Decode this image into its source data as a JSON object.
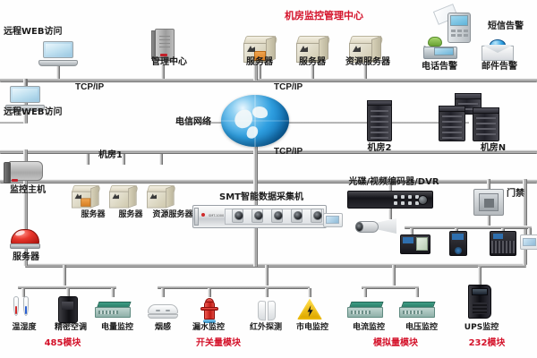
{
  "diagram": {
    "title_center": "机房监控管理中心",
    "protocol_label": "TCP/IP",
    "labels": {
      "remote_web_1": "远程WEB访问",
      "remote_web_2": "远程WEB访问",
      "mgmt_center": "管理中心",
      "server": "服务器",
      "resource_server": "资源服务器",
      "sms_alarm": "短信告警",
      "phone_alarm": "电话告警",
      "mail_alarm": "邮件告警",
      "telecom_network": "电信网络",
      "room2": "机房2",
      "roomN": "机房N",
      "room1": "机房1",
      "monitor_host": "监控主机",
      "collector": "SMT智能数据采集机",
      "dvr": "光碟/视频编码器/DVR",
      "access_control": "门禁",
      "beacon_server": "服务器"
    },
    "tcpip_segments": [
      {
        "id": "top-left-bus",
        "text": "TCP/IP"
      },
      {
        "id": "upper-bus",
        "text": "TCP/IP"
      },
      {
        "id": "globe-lower",
        "text": "TCP/IP"
      }
    ],
    "top_bus_nodes": [
      {
        "name": "远程WEB访问",
        "type": "laptop"
      },
      {
        "name": "管理中心",
        "type": "tower"
      },
      {
        "name": "服务器",
        "type": "server"
      },
      {
        "name": "服务器",
        "type": "server"
      },
      {
        "name": "资源服务器",
        "type": "resource-server"
      }
    ],
    "alarm_nodes": [
      {
        "name": "短信告警",
        "type": "pager"
      },
      {
        "name": "电话告警",
        "type": "phone"
      },
      {
        "name": "邮件告警",
        "type": "mail"
      }
    ],
    "room_nodes": [
      {
        "name": "机房2",
        "type": "rack"
      },
      {
        "name": "机房N",
        "type": "rack-cluster"
      }
    ],
    "room1_nodes": [
      {
        "name": "服务器",
        "type": "server"
      },
      {
        "name": "服务器",
        "type": "server"
      },
      {
        "name": "资源服务器",
        "type": "resource-server"
      }
    ],
    "sensors": [
      {
        "name": "温湿度",
        "group": "485模块",
        "type": "thermo-hygro"
      },
      {
        "name": "精密空调",
        "group": "485模块",
        "type": "precision-ac"
      },
      {
        "name": "电量监控",
        "group": "485模块",
        "type": "power-module"
      },
      {
        "name": "烟感",
        "group": "开关量模块",
        "type": "smoke-detector"
      },
      {
        "name": "漏水监控",
        "group": "开关量模块",
        "type": "water-leak"
      },
      {
        "name": "红外探测",
        "group": "开关量模块",
        "type": "infrared"
      },
      {
        "name": "市电监控",
        "group": "开关量模块",
        "type": "mains-power"
      },
      {
        "name": "电流监控",
        "group": "模拟量模块",
        "type": "current-module"
      },
      {
        "name": "电压监控",
        "group": "模拟量模块",
        "type": "voltage-module"
      },
      {
        "name": "UPS监控",
        "group": "232模块",
        "type": "ups"
      }
    ],
    "sensor_groups": [
      {
        "name": "485模块",
        "color": "#d4122a"
      },
      {
        "name": "开关量模块",
        "color": "#d4122a"
      },
      {
        "name": "模拟量模块",
        "color": "#d4122a"
      },
      {
        "name": "232模块",
        "color": "#d4122a"
      }
    ],
    "colors": {
      "accent_red": "#d4122a",
      "bus_gray": "#8e8e8e",
      "globe_blue": "#2f9fe0",
      "text": "#1b1b1b"
    }
  }
}
